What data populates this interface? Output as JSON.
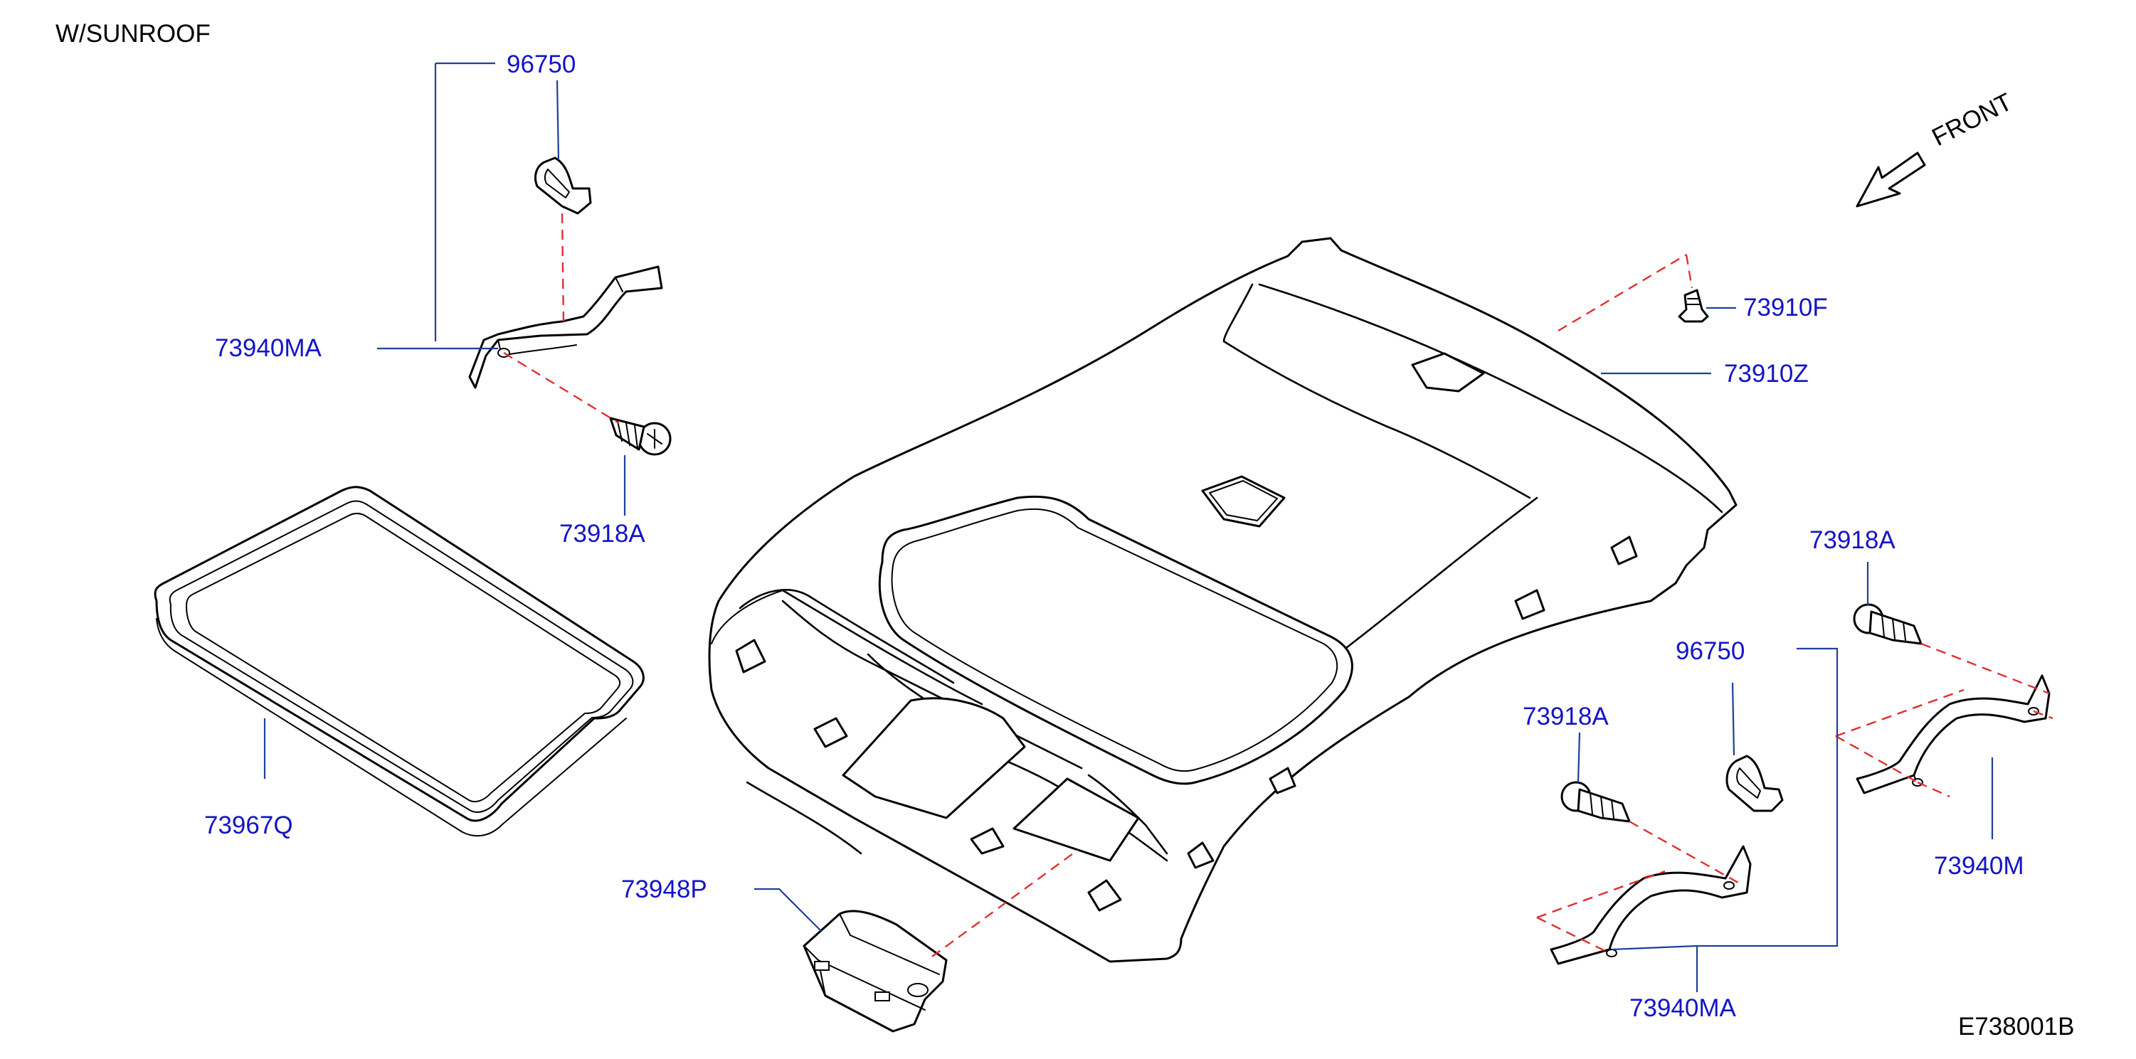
{
  "diagram": {
    "variant_label": "W/SUNROOF",
    "direction_label": "FRONT",
    "figure_code": "E738001B",
    "part_numbers": {
      "clip_left": "96750",
      "grip_left": "73940MA",
      "screw_left": "73918A",
      "sunroof_seal": "73967Q",
      "map_lamp": "73948P",
      "clip_fastener": "73910F",
      "headlining": "73910Z",
      "screw_right_top": "73918A",
      "clip_right": "96750",
      "screw_right_mid": "73918A",
      "grip_right": "73940M",
      "grip_right_lower": "73940MA"
    },
    "colors": {
      "part_number_text": "#1414c8",
      "leader_line": "#1f3f99",
      "assembly_dash": "#e03030",
      "outline": "#000000"
    }
  }
}
